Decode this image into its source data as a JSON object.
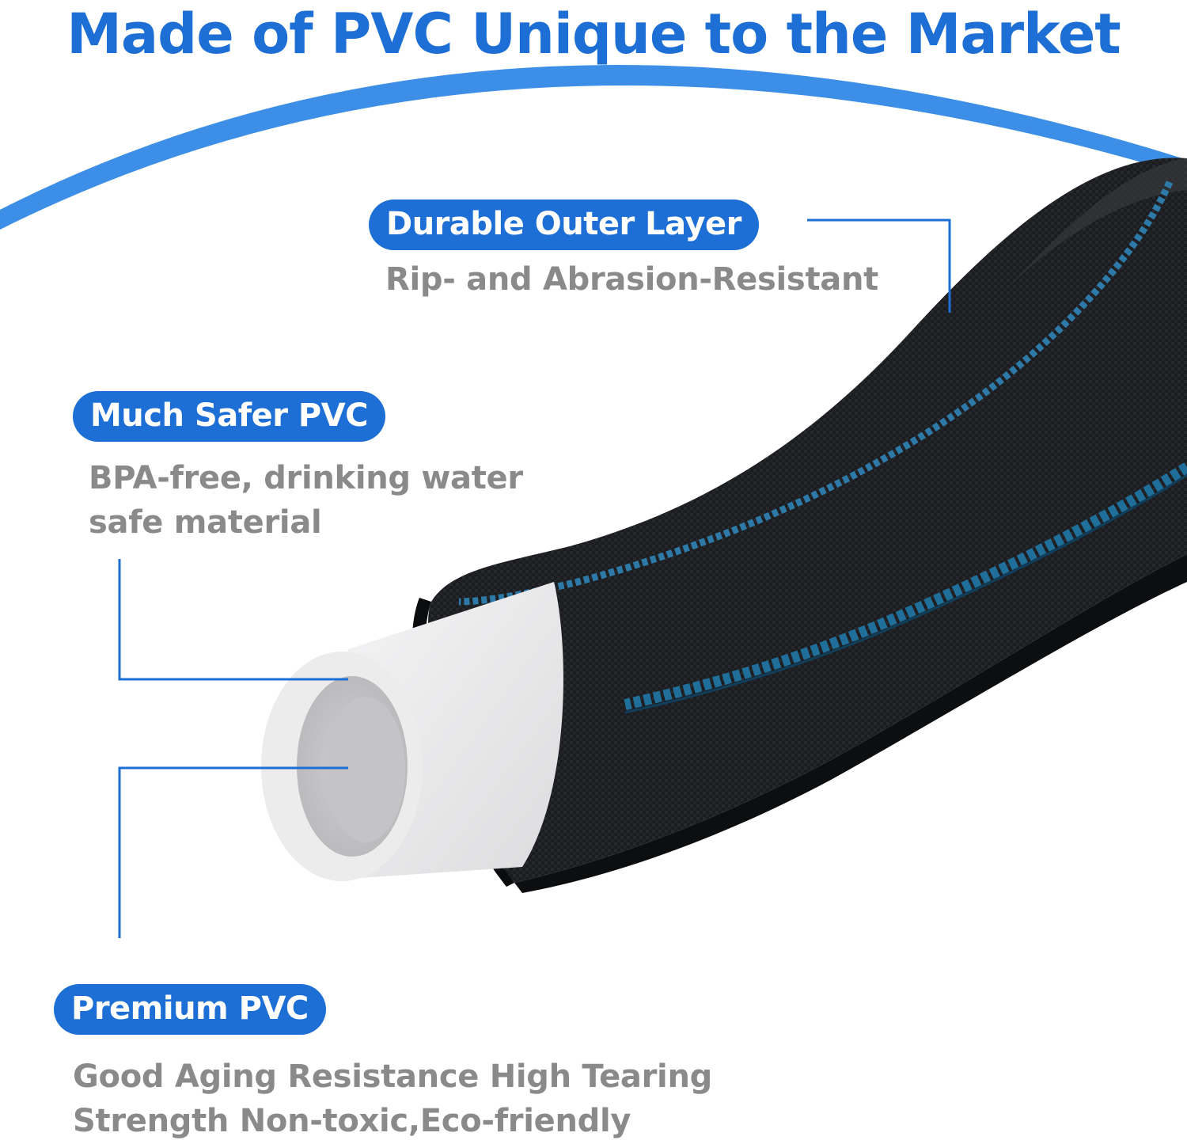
{
  "colors": {
    "brand_blue": "#1d6fd6",
    "arc_blue": "#3d8ee6",
    "text_gray": "#8a8a8a",
    "hose_black": "#1a1b1e",
    "stripe_blue": "#2a7fb8",
    "pvc_white": "#e9e9ea"
  },
  "title": "Made of PVC Unique to the Market",
  "features": [
    {
      "label": "Durable Outer Layer",
      "description_lines": [
        "Rip- and Abrasion-Resistant"
      ]
    },
    {
      "label": "Much Safer PVC",
      "description_lines": [
        "BPA-free, drinking water",
        "safe material"
      ]
    },
    {
      "label": "Premium PVC",
      "description_lines": [
        "Good Aging Resistance High Tearing",
        "Strength Non-toxic,Eco-friendly"
      ]
    }
  ]
}
